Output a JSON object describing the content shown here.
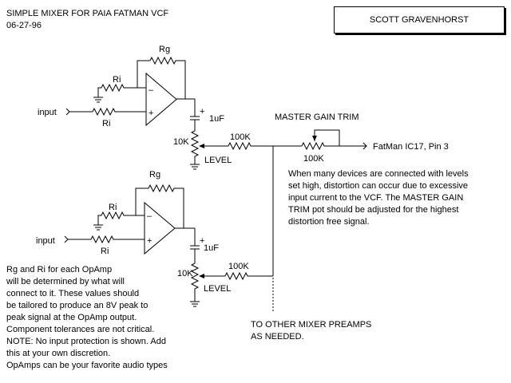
{
  "header": {
    "title": "SIMPLE MIXER FOR PAIA FATMAN VCF",
    "date": "06-27-96",
    "author": "SCOTT GRAVENHORST"
  },
  "labels": {
    "rg_top": "Rg",
    "ri_top_upper": "Ri",
    "ri_top_lower": "Ri",
    "input_top": "input",
    "cap_top": "1uF",
    "pot_top": "10K",
    "level_top": "LEVEL",
    "r100k_top": "100K",
    "rg_bottom": "Rg",
    "ri_bottom_upper": "Ri",
    "ri_bottom_lower": "Ri",
    "input_bottom": "input",
    "cap_bottom": "1uF",
    "pot_bottom": "10K",
    "level_bottom": "LEVEL",
    "r100k_bottom": "100K",
    "master_gain_trim": "MASTER GAIN TRIM",
    "master_pot_value": "100K",
    "output_dest": "FatMan IC17, Pin 3",
    "minus_top": "–",
    "plus_top": "+",
    "minus_bottom": "–",
    "plus_bottom": "+",
    "cap_plus_top": "+",
    "cap_plus_bottom": "+"
  },
  "notes": {
    "level_note": [
      "When many devices are connected with levels",
      "set high, distortion can occur due to excessive",
      "input current to the VCF.  The MASTER GAIN",
      "TRIM pot should be adjusted for the highest",
      "distortion free signal."
    ],
    "opamp_note": [
      "Rg and Ri for each OpAmp",
      "will be determined by what will",
      "connect to it.  These values should",
      "be tailored to produce an 8V peak to",
      "peak signal at the OpAmp output.",
      "Component tolerances are not critical.",
      "NOTE: No input protection is shown.  Add",
      "this at your own discretion.",
      "OpAmps can be your favorite audio types"
    ],
    "other_mixers": [
      "TO OTHER MIXER PREAMPS",
      "AS NEEDED."
    ]
  }
}
